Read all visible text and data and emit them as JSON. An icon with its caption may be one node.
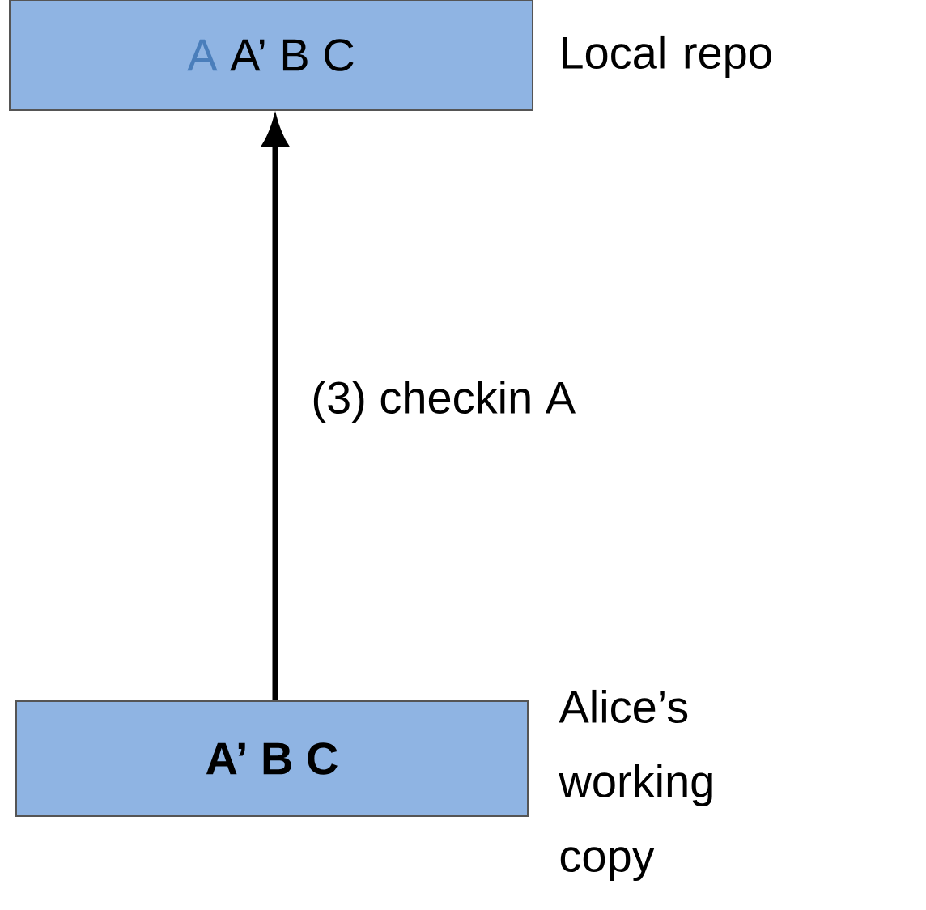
{
  "diagram": {
    "nodes": [
      {
        "text": [
          "A",
          "A’ B C"
        ],
        "beside": [
          "Local repo"
        ]
      },
      {
        "text": [
          "**A’ B C**"
        ],
        "beside": [
          "Alice’s working copy"
        ]
      }
    ],
    "edges": [
      {
        "from": 1,
        "to": 0,
        "arrow": "to",
        "label": "(3) checkin A"
      }
    ]
  }
}
